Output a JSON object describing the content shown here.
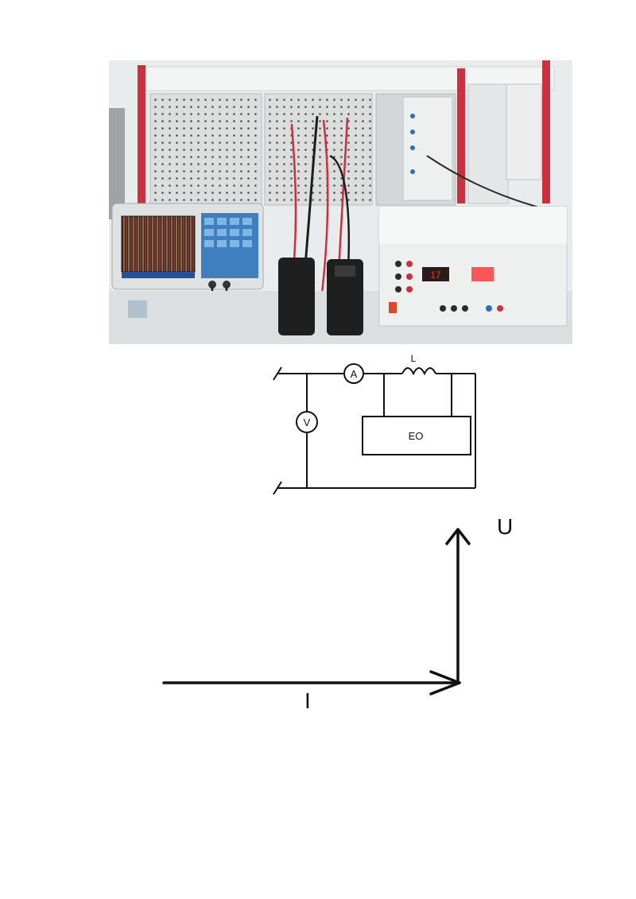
{
  "circuit": {
    "ammeter_label": "A",
    "voltmeter_label": "V",
    "inductor_label": "L",
    "load_label": "EO"
  },
  "phasor": {
    "voltage_label": "U",
    "current_label": "I"
  },
  "photo": {
    "display_reading": "17",
    "wall_color": "#e9ecec",
    "frame_color": "#c8313d",
    "oscilloscope_trace_color": "#c46a4a"
  }
}
